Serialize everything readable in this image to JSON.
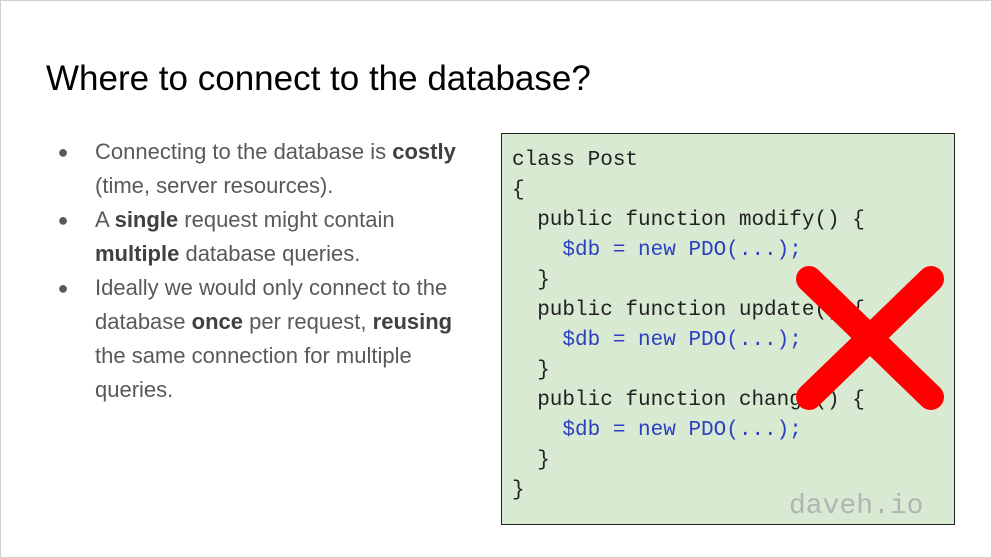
{
  "slide": {
    "title": "Where to connect to the database?",
    "bullets": [
      {
        "parts": [
          {
            "text": "Connecting to the database is ",
            "bold": false
          },
          {
            "text": "costly",
            "bold": true
          },
          {
            "text": " (time, server resources).",
            "bold": false
          }
        ]
      },
      {
        "parts": [
          {
            "text": "A ",
            "bold": false
          },
          {
            "text": "single",
            "bold": true
          },
          {
            "text": " request might contain ",
            "bold": false
          },
          {
            "text": "multiple",
            "bold": true
          },
          {
            "text": " database queries.",
            "bold": false
          }
        ]
      },
      {
        "parts": [
          {
            "text": "Ideally we would only connect to the database ",
            "bold": false
          },
          {
            "text": "once",
            "bold": true
          },
          {
            "text": " per request, ",
            "bold": false
          },
          {
            "text": "reusing",
            "bold": true
          },
          {
            "text": " the same connection for multiple queries.",
            "bold": false
          }
        ]
      }
    ],
    "bullet_symbol": "●",
    "code_lines": [
      [
        {
          "text": "class Post",
          "kind": "plain"
        }
      ],
      [
        {
          "text": "{",
          "kind": "plain"
        }
      ],
      [
        {
          "text": "  public function modify() {",
          "kind": "plain"
        }
      ],
      [
        {
          "text": "    ",
          "kind": "plain"
        },
        {
          "text": "$db = new PDO(...);",
          "kind": "highlight"
        }
      ],
      [
        {
          "text": "  }",
          "kind": "plain"
        }
      ],
      [
        {
          "text": "  public function update() {",
          "kind": "plain"
        }
      ],
      [
        {
          "text": "    ",
          "kind": "plain"
        },
        {
          "text": "$db = new PDO(...);",
          "kind": "highlight"
        }
      ],
      [
        {
          "text": "  }",
          "kind": "plain"
        }
      ],
      [
        {
          "text": "  public function change() {",
          "kind": "plain"
        }
      ],
      [
        {
          "text": "    ",
          "kind": "plain"
        },
        {
          "text": "$db = new PDO(...);",
          "kind": "highlight"
        }
      ],
      [
        {
          "text": "  }",
          "kind": "plain"
        }
      ],
      [
        {
          "text": "}",
          "kind": "plain"
        }
      ]
    ],
    "watermark": "daveh.io",
    "icons": {
      "cross": "red-x-cross-icon"
    },
    "colors": {
      "code_background": "#d9ead3",
      "code_highlight": "#2b3fc4",
      "cross": "#ff0000",
      "watermark": "#b3b3b3"
    }
  }
}
